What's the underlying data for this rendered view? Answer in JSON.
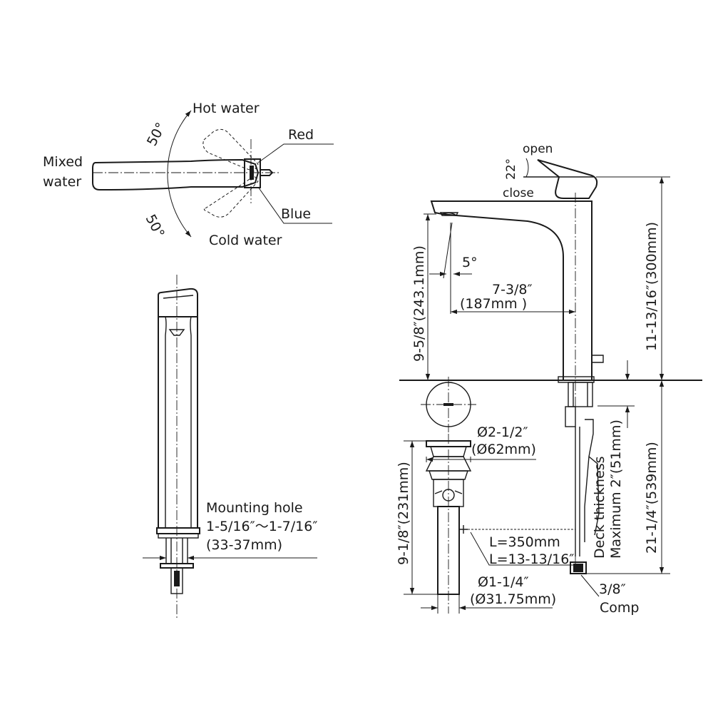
{
  "handle_view": {
    "hot_water": "Hot water",
    "cold_water": "Cold water",
    "mixed_water_line1": "Mixed",
    "mixed_water_line2": "water",
    "red": "Red",
    "blue": "Blue",
    "angle_hot": "50°",
    "angle_cold": "50°"
  },
  "front_view": {
    "mounting_hole_line1": "Mounting hole",
    "mounting_hole_line2": "1-5/16″～1-7/16″",
    "mounting_hole_line3": "(33-37mm)"
  },
  "side_view": {
    "open": "open",
    "close": "close",
    "tilt_angle": "22°",
    "spout_angle": "5°",
    "spout_height": "9-5/8″(243.1mm)",
    "spout_reach_line1": "7-3/8″",
    "spout_reach_line2": "(187mm )",
    "total_height": "11-13/16″(300mm)",
    "below_deck_height": "21-1/4″(539mm)",
    "deck_thickness_line1": "Deck thickness",
    "deck_thickness_line2": "Maximum 2″(51mm)",
    "drain_top_dia_line1": "Ø2-1/2″",
    "drain_top_dia_line2": "(Ø62mm)",
    "drain_length": "9-1/8″(231mm)",
    "hose_length_line1": "L=350mm",
    "hose_length_line2": "L=13-13/16″",
    "tail_dia_line1": "Ø1-1/4″",
    "tail_dia_line2": "(Ø31.75mm)",
    "connection_line1": "3/8″",
    "connection_line2": "Comp"
  }
}
